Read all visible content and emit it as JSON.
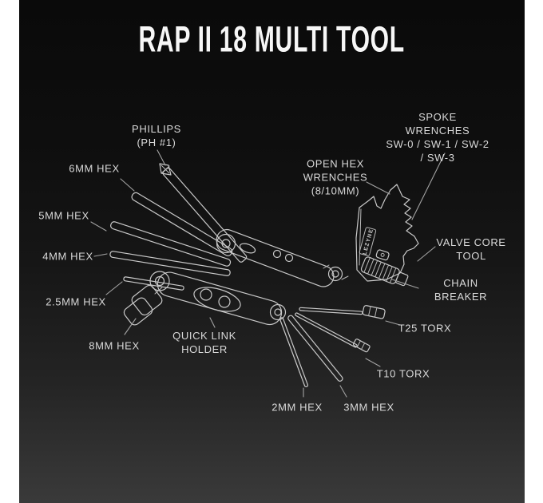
{
  "poster": {
    "title": "RAP II 18 MULTI TOOL",
    "brand_text": "LEZYNE",
    "colors": {
      "page_margin": "#ffffff",
      "panel_top": "#0a0a0a",
      "panel_bottom": "#3a3a3a",
      "line_art": "#c9c9c9",
      "leader_line": "#a3a3a3",
      "label_text": "#d9d9d9",
      "title_text": "#f7f7f7"
    }
  },
  "labels": {
    "phillips": {
      "text": "PHILLIPS\n(PH #1)"
    },
    "hex6": {
      "text": "6MM HEX"
    },
    "hex5": {
      "text": "5MM HEX"
    },
    "hex4": {
      "text": "4MM HEX"
    },
    "hex25": {
      "text": "2.5MM HEX"
    },
    "hex8": {
      "text": "8MM HEX"
    },
    "quicklink": {
      "text": "QUICK LINK\nHOLDER"
    },
    "hex2": {
      "text": "2MM HEX"
    },
    "hex3": {
      "text": "3MM HEX"
    },
    "spoke": {
      "text": "SPOKE WRENCHES\nSW-0 / SW-1 / SW-2 / SW-3"
    },
    "openhex": {
      "text": "OPEN HEX\nWRENCHES\n(8/10MM)"
    },
    "valvecore": {
      "text": "VALVE CORE\nTOOL"
    },
    "chain": {
      "text": "CHAIN BREAKER"
    },
    "t25": {
      "text": "T25 TORX"
    },
    "t10": {
      "text": "T10 TORX"
    }
  }
}
